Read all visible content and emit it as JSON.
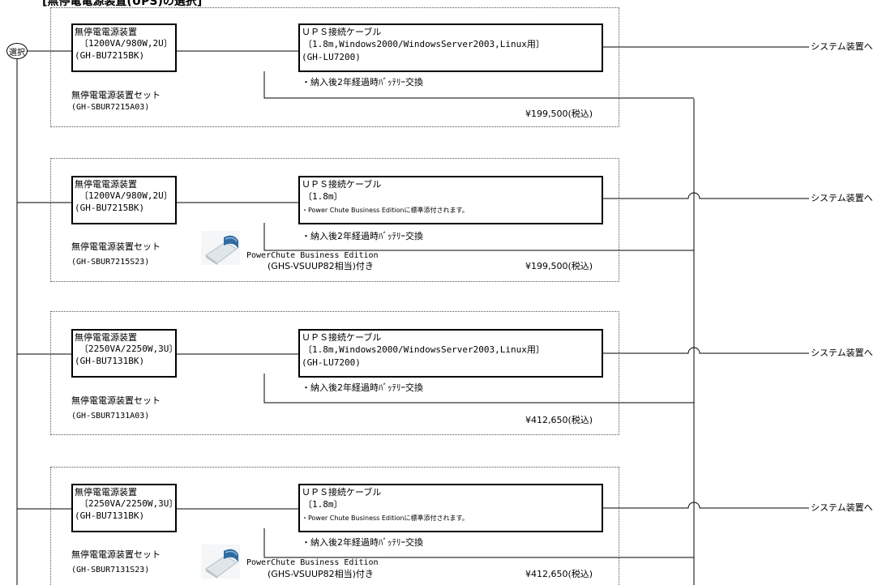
{
  "header": {
    "title": "[無停電電源装置(UPS)の選択]"
  },
  "select_label": "選択",
  "sets": [
    {
      "ups": {
        "name": "無停電電源装置",
        "spec": "〔1200VA/980W,2U〕",
        "model": "(GH-BU7215BK)"
      },
      "cable": {
        "name": "ＵＰＳ接続ケーブル",
        "spec": "〔1.8m,Windows2000/WindowsServer2003,Linux用〕",
        "model": "(GH-LU7200)"
      },
      "battery_note": "・納入後2年経過時ﾊﾞｯﾃﾘｰ交換",
      "set_name": "無停電電源装置セット",
      "set_model": "(GH-SBUR7215A03)",
      "price": "¥199,500(税込)",
      "output": "システム装置へ"
    },
    {
      "ups": {
        "name": "無停電電源装置",
        "spec": "〔1200VA/980W,2U〕",
        "model": "(GH-BU7215BK)"
      },
      "cable": {
        "name": "ＵＰＳ接続ケーブル",
        "spec": "〔1.8m〕",
        "note": "・Power Chute Business Editionに標準添付されます。"
      },
      "battery_note": "・納入後2年経過時ﾊﾞｯﾃﾘｰ交換",
      "set_name": "無停電電源装置セット",
      "set_model": "(GH-SBUR7215S23)",
      "software": "PowerChute Business Edition",
      "software_model": "(GHS-VSUUP82相当)付き",
      "price": "¥199,500(税込)",
      "output": "システム装置へ"
    },
    {
      "ups": {
        "name": "無停電電源装置",
        "spec": "〔2250VA/2250W,3U〕",
        "model": "(GH-BU7131BK)"
      },
      "cable": {
        "name": "ＵＰＳ接続ケーブル",
        "spec": "〔1.8m,Windows2000/WindowsServer2003,Linux用〕",
        "model": "(GH-LU7200)"
      },
      "battery_note": "・納入後2年経過時ﾊﾞｯﾃﾘｰ交換",
      "set_name": "無停電電源装置セット",
      "set_model": "(GH-SBUR7131A03)",
      "price": "¥412,650(税込)",
      "output": "システム装置へ"
    },
    {
      "ups": {
        "name": "無停電電源装置",
        "spec": "〔2250VA/2250W,3U〕",
        "model": "(GH-BU7131BK)"
      },
      "cable": {
        "name": "ＵＰＳ接続ケーブル",
        "spec": "〔1.8m〕",
        "note": "・Power Chute Business Editionに標準添付されます。"
      },
      "battery_note": "・納入後2年経過時ﾊﾞｯﾃﾘｰ交換",
      "set_name": "無停電電源装置セット",
      "set_model": "(GH-SBUR7131S23)",
      "software": "PowerChute Business Edition",
      "software_model": "(GHS-VSUUP82相当)付き",
      "price": "¥412,650(税込)",
      "output": "システム装置へ"
    }
  ]
}
